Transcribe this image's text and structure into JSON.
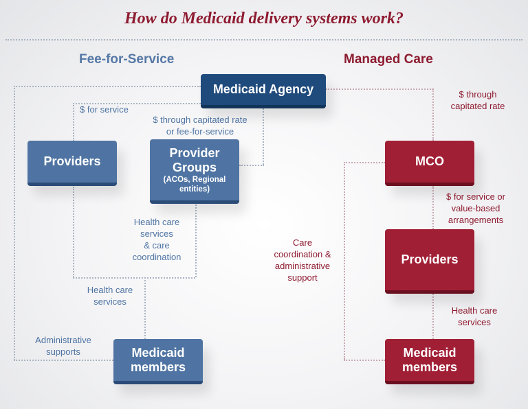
{
  "title": "How do Medicaid delivery systems work?",
  "headings": {
    "ffs": "Fee-for-Service",
    "mc": "Managed Care"
  },
  "nodes": {
    "agency": "Medicaid Agency",
    "ffs_providers": "Providers",
    "provider_groups_title": "Provider Groups",
    "provider_groups_line1": "Provider",
    "provider_groups_line2": "Groups",
    "provider_groups_sub": "(ACOs, Regional entities)",
    "ffs_members_line1": "Medicaid",
    "ffs_members_line2": "members",
    "mco": "MCO",
    "mc_providers": "Providers",
    "mc_members_line1": "Medicaid",
    "mc_members_line2": "members"
  },
  "edge_labels": {
    "service_payment": "$ for service",
    "capitated_or_ffs_line1": "$ through capitated rate",
    "capitated_or_ffs_line2": "or fee-for-service",
    "health_care_coord_line1": "Health care",
    "health_care_coord_line2": "services",
    "health_care_coord_line3": "& care",
    "health_care_coord_line4": "coordination",
    "ffs_health_care_line1": "Health care",
    "ffs_health_care_line2": "services",
    "admin_supports_line1": "Administrative",
    "admin_supports_line2": "supports",
    "mc_capitated_line1": "$ through",
    "mc_capitated_line2": "capitated rate",
    "mc_value_based_line1": "$ for service or",
    "mc_value_based_line2": "value-based",
    "mc_value_based_line3": "arrangements",
    "mc_care_coord_line1": "Care",
    "mc_care_coord_line2": "coordination &",
    "mc_care_coord_line3": "administrative",
    "mc_care_coord_line4": "support",
    "mc_health_care_line1": "Health care",
    "mc_health_care_line2": "services"
  },
  "colors": {
    "title": "#8e1b30",
    "ffs_blue": "#4f74a3",
    "agency_navy": "#1f4a7c",
    "mc_red": "#a11f35"
  }
}
